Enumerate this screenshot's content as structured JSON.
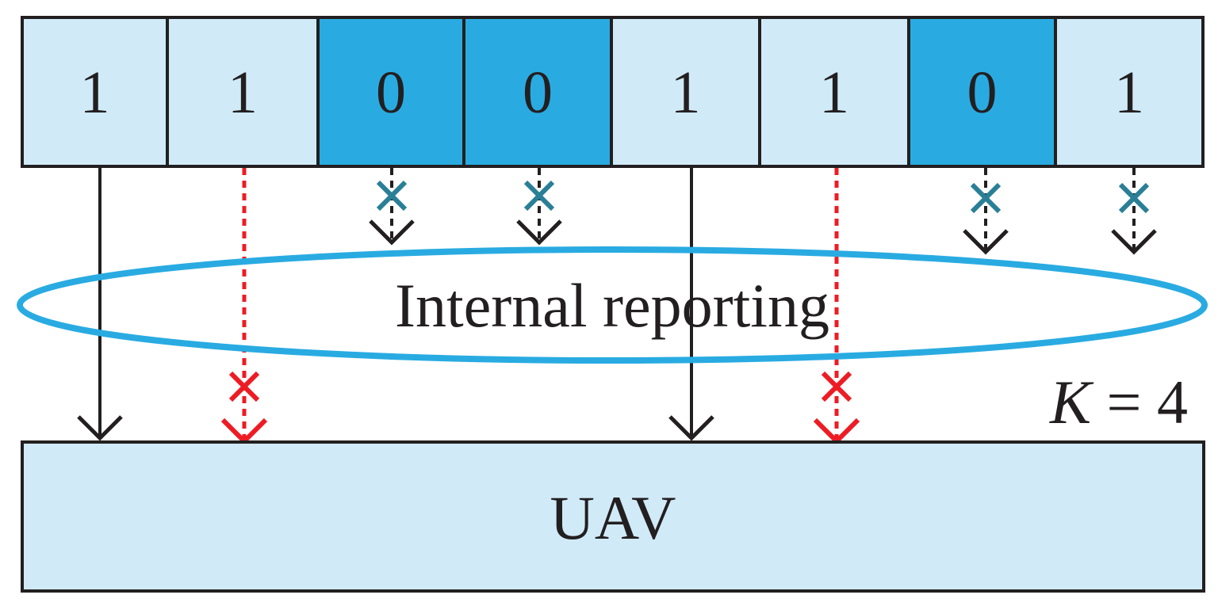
{
  "bits": [
    {
      "label": "1",
      "value": 1
    },
    {
      "label": "1",
      "value": 1
    },
    {
      "label": "0",
      "value": 0
    },
    {
      "label": "0",
      "value": 0
    },
    {
      "label": "1",
      "value": 1
    },
    {
      "label": "1",
      "value": 1
    },
    {
      "label": "0",
      "value": 0
    },
    {
      "label": "1",
      "value": 1
    }
  ],
  "arrows": [
    {
      "style": "solid",
      "state": "delivered"
    },
    {
      "style": "dashed",
      "state": "blocked-at-uav"
    },
    {
      "style": "dashed",
      "state": "blocked-at-source"
    },
    {
      "style": "dashed",
      "state": "blocked-at-source"
    },
    {
      "style": "solid",
      "state": "delivered"
    },
    {
      "style": "dashed",
      "state": "blocked-at-uav"
    },
    {
      "style": "dashed",
      "state": "blocked-at-source"
    },
    {
      "style": "dashed",
      "state": "blocked-at-source"
    }
  ],
  "ellipse_label": "Internal reporting",
  "k_label": {
    "var": "K",
    "rest": " = 4"
  },
  "uav_label": "UAV",
  "colors": {
    "light_cell": "#d0eaf8",
    "dark_cell": "#29abe2",
    "outline": "#231f20",
    "ellipse": "#29abe2",
    "blocked_red": "#ed1c24",
    "blocked_teal": "#2a7f97"
  }
}
